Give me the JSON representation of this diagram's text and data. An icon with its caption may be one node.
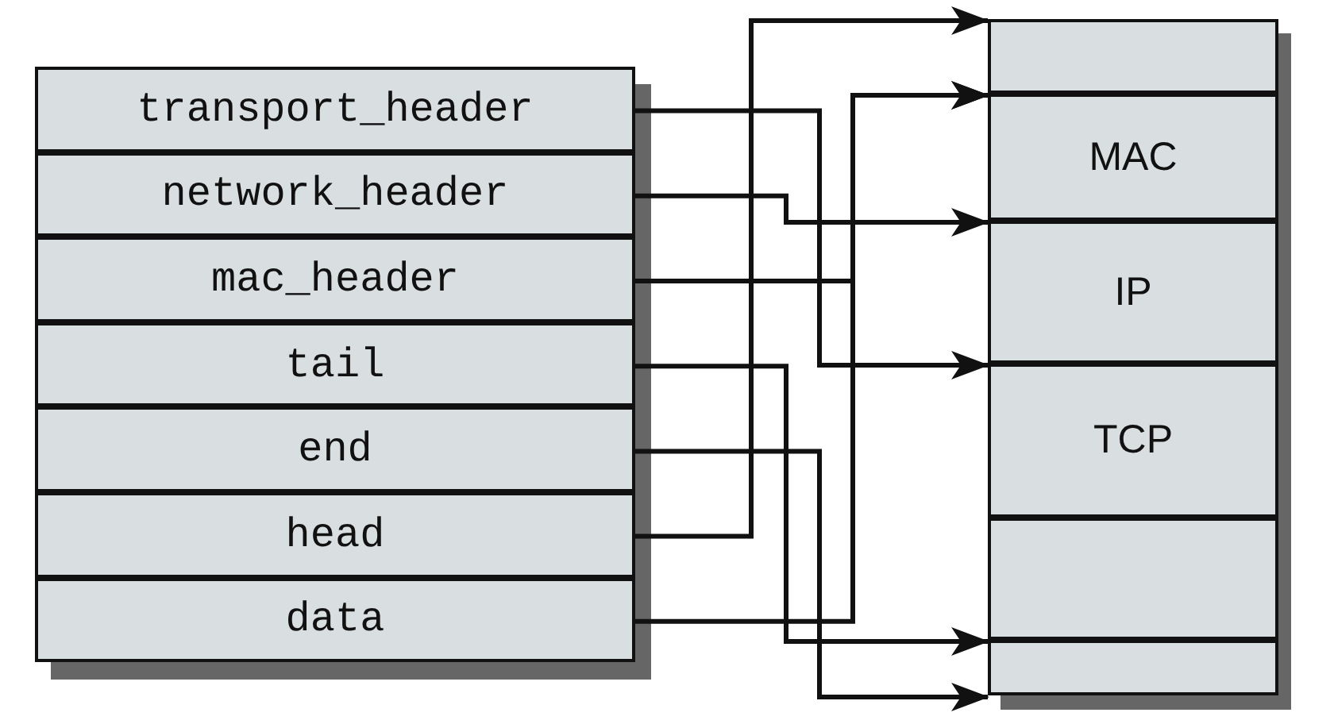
{
  "diagram": {
    "nodes": [
      {
        "text": [
          "transport_header"
        ]
      },
      {
        "text": [
          "network_header"
        ]
      },
      {
        "text": [
          "mac_header"
        ]
      },
      {
        "text": [
          "tail"
        ]
      },
      {
        "text": [
          "end"
        ]
      },
      {
        "text": [
          "head"
        ]
      },
      {
        "text": [
          "data"
        ]
      },
      {
        "text": [],
        "shape": "box"
      },
      {
        "text": [
          "MAC"
        ]
      },
      {
        "text": [
          "IP"
        ]
      },
      {
        "text": [
          "TCP"
        ]
      },
      {
        "text": [],
        "shape": "box"
      },
      {
        "text": [],
        "shape": "box"
      }
    ],
    "edges": [
      {
        "from": 0,
        "to": 10,
        "arrow": "to"
      },
      {
        "from": 1,
        "to": 9,
        "arrow": "to"
      },
      {
        "from": 2,
        "to": 8,
        "arrow": "to"
      },
      {
        "from": 3,
        "to": 12,
        "arrow": "to"
      },
      {
        "from": 4,
        "to": 12,
        "arrow": "to"
      },
      {
        "from": 5,
        "to": 7,
        "arrow": "to"
      },
      {
        "from": 6,
        "to": 8,
        "arrow": "to"
      }
    ]
  }
}
